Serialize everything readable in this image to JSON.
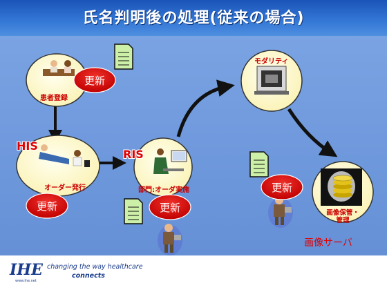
{
  "title": "氏名判明後の処理(従来の場合)",
  "update_label": "更新",
  "nodes": {
    "patient_registration": "患者登録",
    "order_issue": "オーダー発行",
    "dept_order_execution": "部門:オーダ実施",
    "modality": "モダリティ",
    "image_storage": "画像保管・\n管理"
  },
  "systems": {
    "his": "HIS",
    "ris": "RIS"
  },
  "image_server_label": "画像サーバ",
  "footer": {
    "logo": "IHE",
    "tagline": "changing the way healthcare",
    "connects": "connects",
    "url": "www.ihe.net"
  }
}
